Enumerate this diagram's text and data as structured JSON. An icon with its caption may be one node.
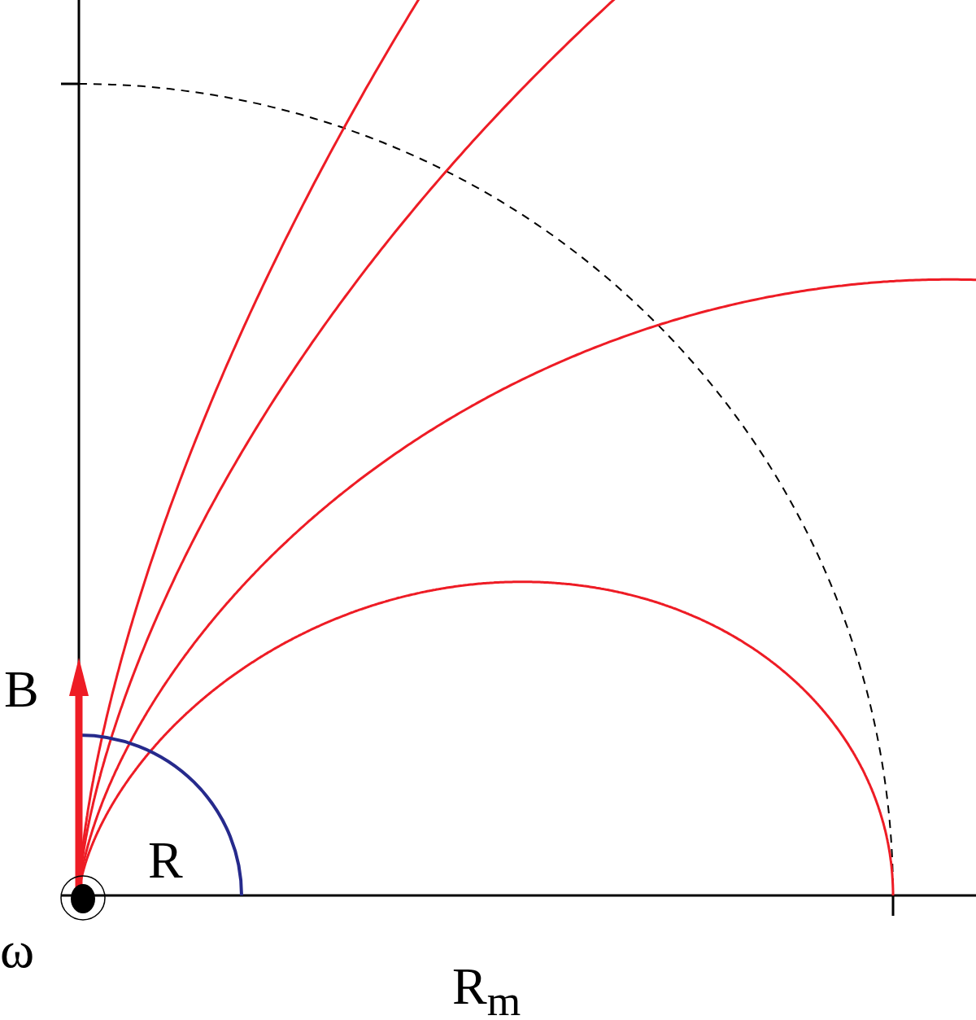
{
  "diagram": {
    "labels": [
      "B",
      "R",
      "ω",
      "R$_{m}$"
    ]
  }
}
